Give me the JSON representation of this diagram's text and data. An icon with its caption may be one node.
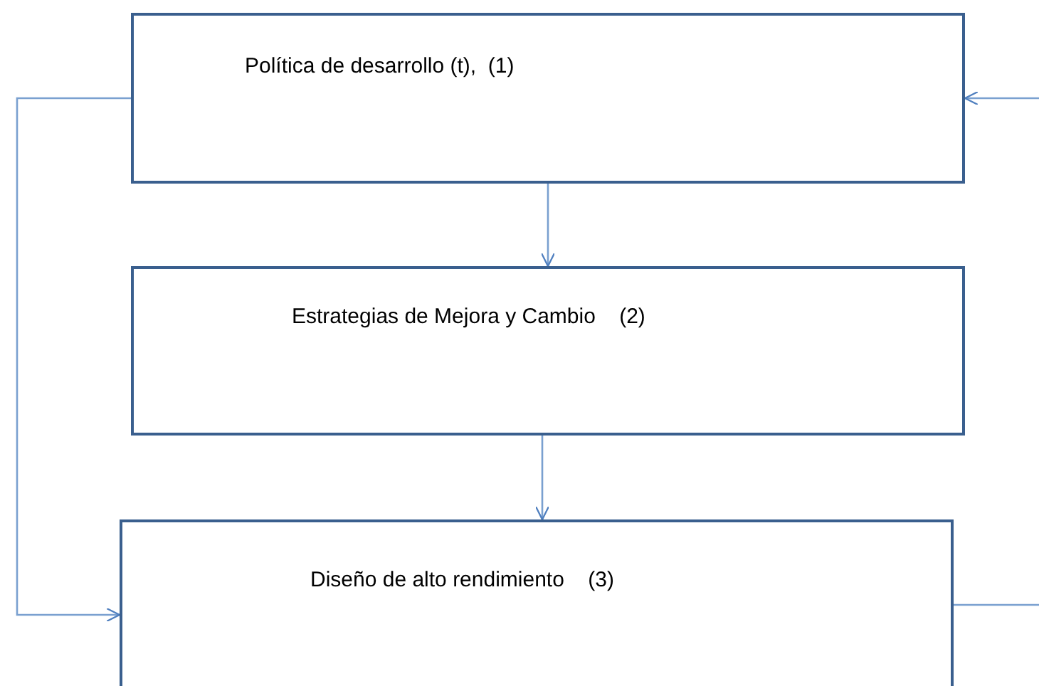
{
  "diagram": {
    "nodes": [
      {
        "text": [
          "Política de desarrollo (t),  (1)"
        ]
      },
      {
        "text": [
          "Estrategias de Mejora y Cambio    (2)"
        ]
      },
      {
        "text": [
          "Diseño de alto rendimiento    (3)"
        ]
      }
    ],
    "edges": [
      {
        "from": 0,
        "to": 1,
        "arrow": "to"
      },
      {
        "from": 1,
        "to": 2,
        "arrow": "to"
      },
      {
        "from": 0,
        "to": 2,
        "arrow": "to"
      },
      {
        "from": 2,
        "to": null,
        "arrow": "none"
      },
      {
        "from": null,
        "to": 0,
        "arrow": "to"
      }
    ]
  }
}
